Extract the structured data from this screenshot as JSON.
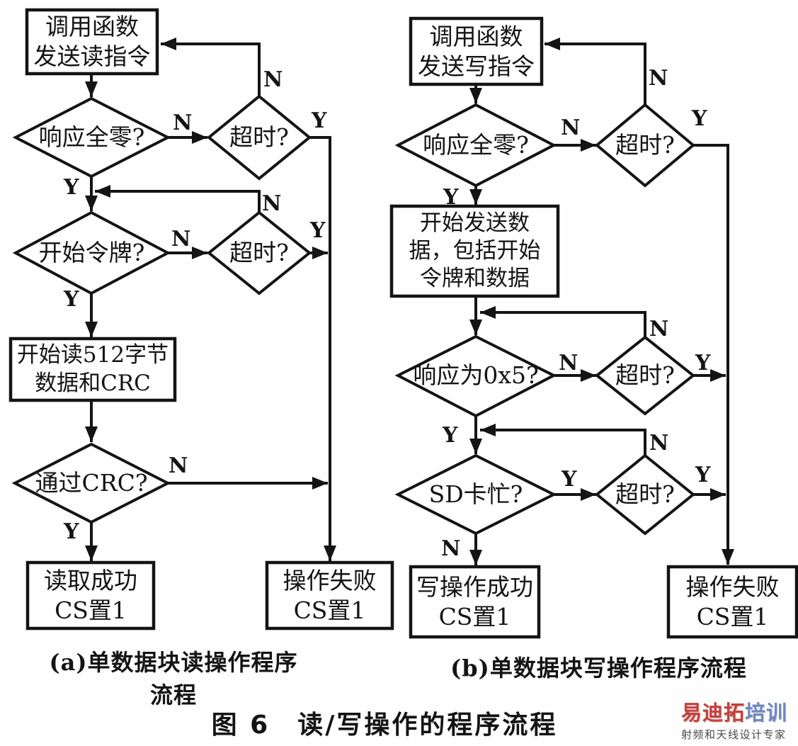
{
  "figure": {
    "title": "图 6　读/写操作的程序流程"
  },
  "labels": {
    "yes": "Y",
    "no": "N"
  },
  "chart_a": {
    "caption": "(a)单数据块读操作程序流程",
    "nodes": {
      "start": "调用函数\n发送读指令",
      "check_zero": "响应全零?",
      "timeout1": "超时?",
      "check_token": "开始令牌?",
      "timeout2": "超时?",
      "read_data": "开始读512字节\n数据和CRC",
      "check_crc": "通过CRC?",
      "success": "读取成功\nCS置1",
      "fail": "操作失败\nCS置1"
    }
  },
  "chart_b": {
    "caption": "(b)单数据块写操作程序流程",
    "nodes": {
      "start": "调用函数\n发送写指令",
      "check_zero": "响应全零?",
      "timeout1": "超时?",
      "send_data": "开始发送数\n据，包括开始\n令牌和数据",
      "check_0x5": "响应为0x5?",
      "timeout2": "超时?",
      "check_busy": "SD卡忙?",
      "timeout3": "超时?",
      "success": "写操作成功\nCS置1",
      "fail": "操作失败\nCS置1"
    }
  },
  "watermark": {
    "brand_primary": "易迪拓",
    "brand_secondary": "培训",
    "tagline": "射频和天线设计专家",
    "color_primary": "#c0433d",
    "color_secondary": "#7387bd",
    "ink_color": "#141414"
  }
}
